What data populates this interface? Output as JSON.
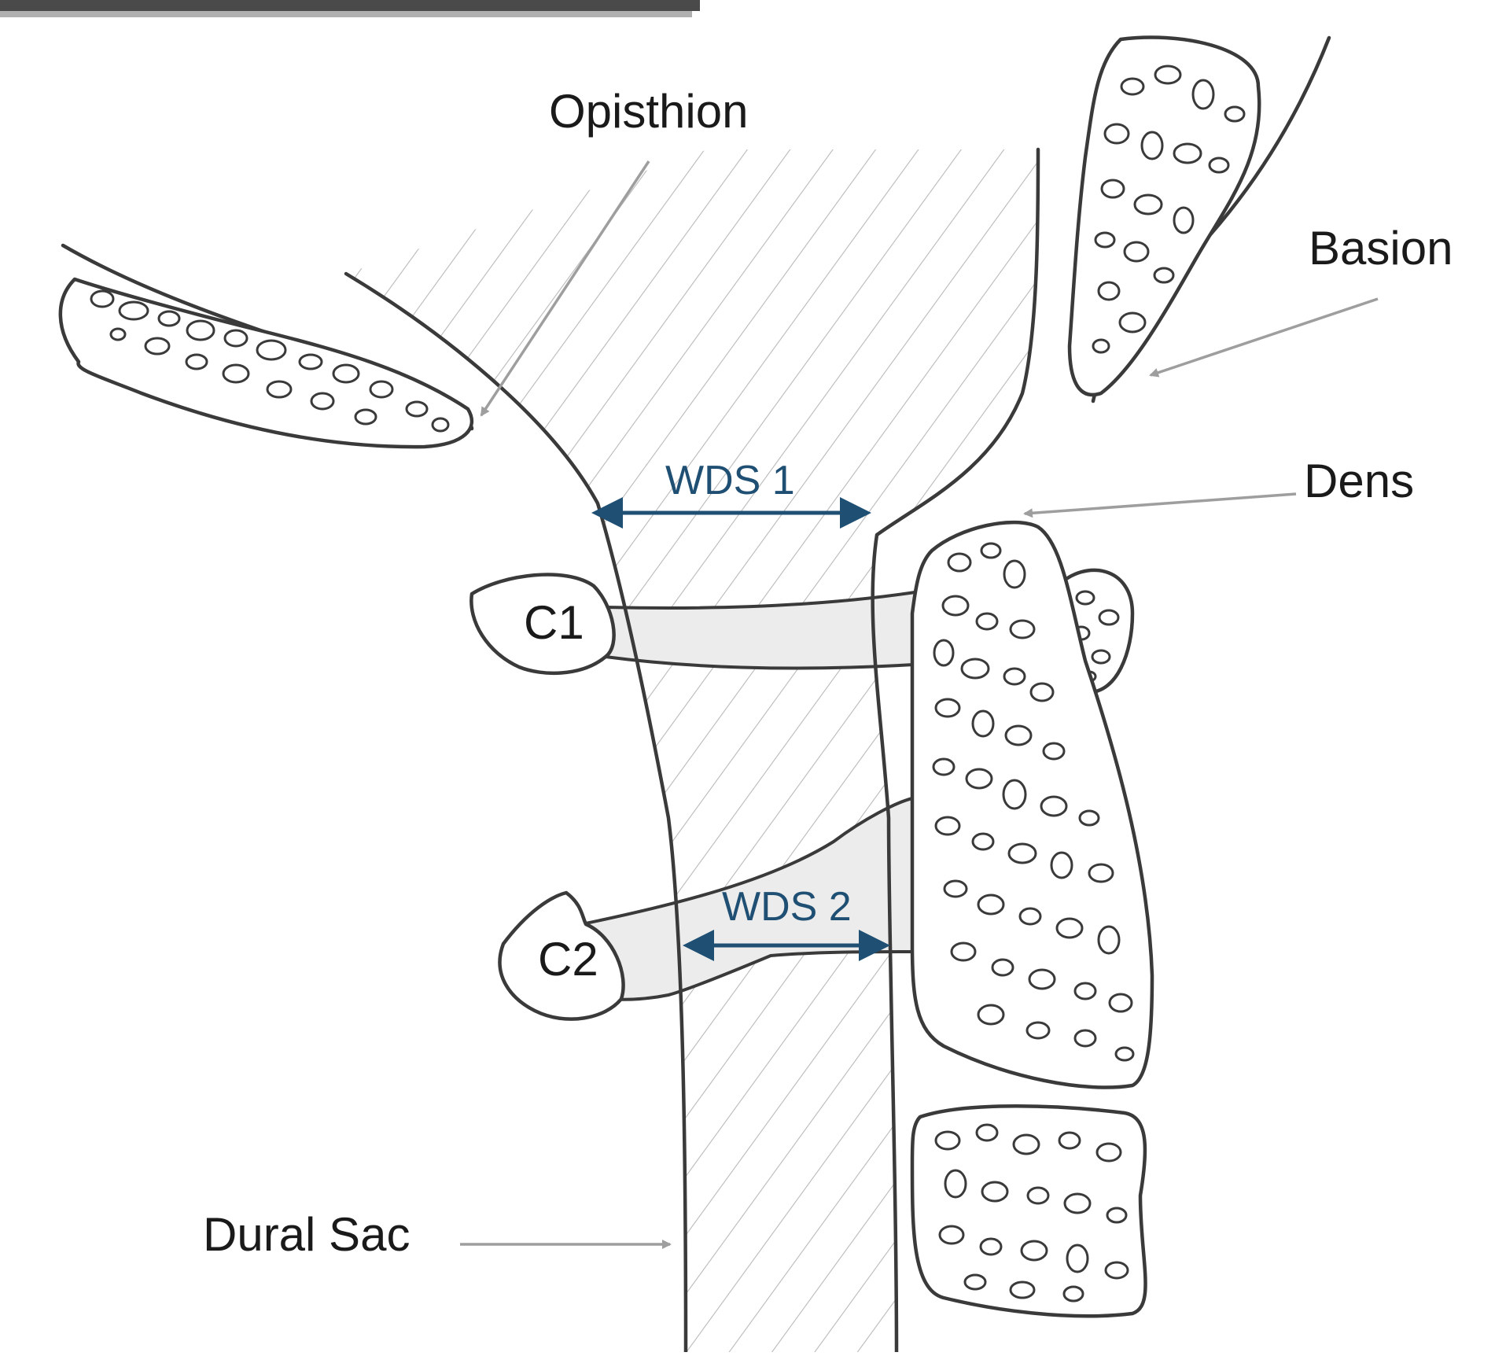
{
  "labels": {
    "opisthion": "Opisthion",
    "basion": "Basion",
    "dens": "Dens",
    "c1": "C1",
    "c2": "C2",
    "dural_sac": "Dural Sac",
    "wds1": "WDS 1",
    "wds2": "WDS 2"
  },
  "colors": {
    "line": "#3a3a3a",
    "pointer_arrow": "#9e9e9e",
    "measure": "#1f4f73",
    "hatch": "#b9b9b9",
    "label": "#1a1a1a"
  }
}
